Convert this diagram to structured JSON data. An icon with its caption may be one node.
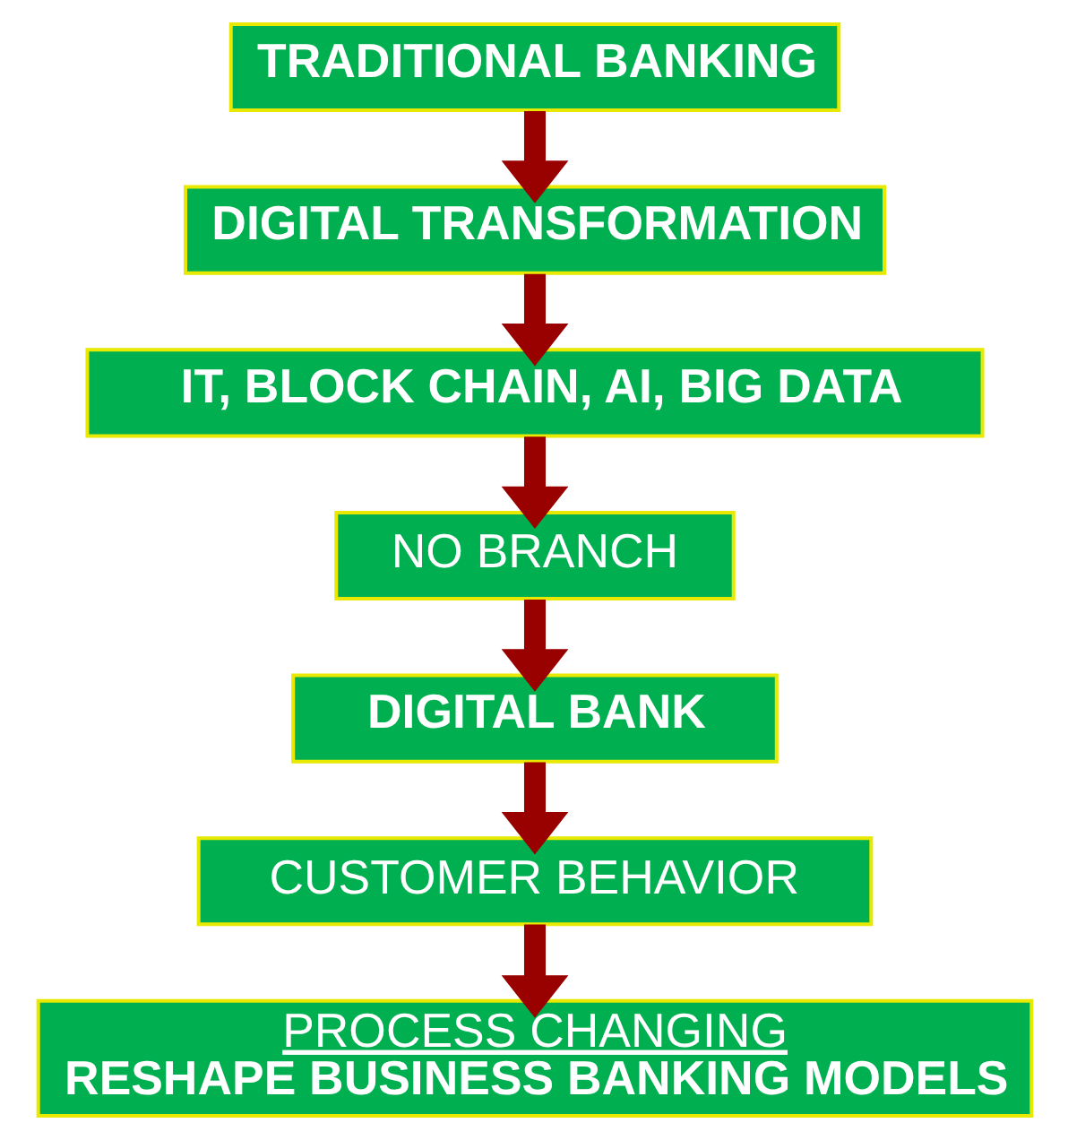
{
  "diagram": {
    "nodes": [
      {
        "text": [
          "TRADITIONAL BANKING"
        ]
      },
      {
        "text": [
          "DIGITAL TRANSFORMATION"
        ]
      },
      {
        "text": [
          "IT, BLOCK CHAIN, AI, BIG DATA"
        ]
      },
      {
        "text": [
          "NO BRANCH"
        ]
      },
      {
        "text": [
          "DIGITAL BANK"
        ]
      },
      {
        "text": [
          "CUSTOMER BEHAVIOR"
        ]
      },
      {
        "text": [
          "PROCESS CHANGING",
          "RESHAPE BUSINESS BANKING MODELS"
        ]
      }
    ],
    "edges": [
      {
        "from": 0,
        "to": 1,
        "arrow": "to"
      },
      {
        "from": 1,
        "to": 2,
        "arrow": "to"
      },
      {
        "from": 2,
        "to": 3,
        "arrow": "to"
      },
      {
        "from": 3,
        "to": 4,
        "arrow": "to"
      },
      {
        "from": 4,
        "to": 5,
        "arrow": "to"
      },
      {
        "from": 5,
        "to": 6,
        "arrow": "to"
      }
    ]
  }
}
